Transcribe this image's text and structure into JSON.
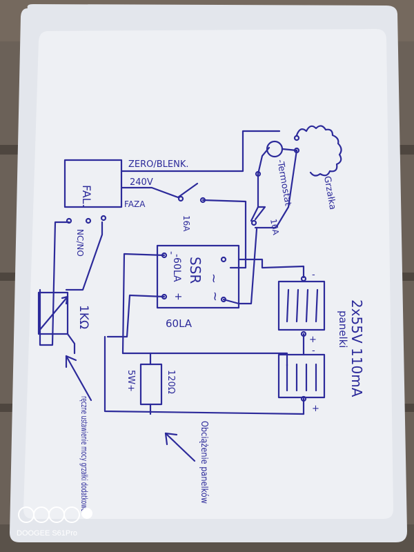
{
  "labels": {
    "fal": "FAL.",
    "zero_blenk": "ZERO/BLENK.",
    "v240": "240V",
    "faza": "FAZA",
    "fuse_16a_a": "16A",
    "fuse_16a_b": "16A",
    "termostat": "-Termostat",
    "grzalka": "Grzałka",
    "nc_no": "NC/NO",
    "pot_1k": "1KΩ",
    "ssr": "SSR",
    "ssr_60la": "-60LA",
    "ssr_plus": "+",
    "ssr_minus": "-",
    "ssr_tilde1": "~",
    "ssr_tilde2": "~",
    "below_60la": "60LA",
    "resistor_val": "120Ω",
    "resistor_w": "5W+",
    "panels_spec": "2x55V 110mA",
    "panels_word": "panelki",
    "panel_minus_top": "-",
    "panel_plus_mid": "+",
    "panel_minus_mid": "-",
    "panel_plus_bottom": "+",
    "note_manual": "ręczne ustawienie mocy grzałki dodatkowe.",
    "note_load": "Obciążenie panelków"
  },
  "watermark": {
    "brand": "DOOGEE S61Pro"
  }
}
